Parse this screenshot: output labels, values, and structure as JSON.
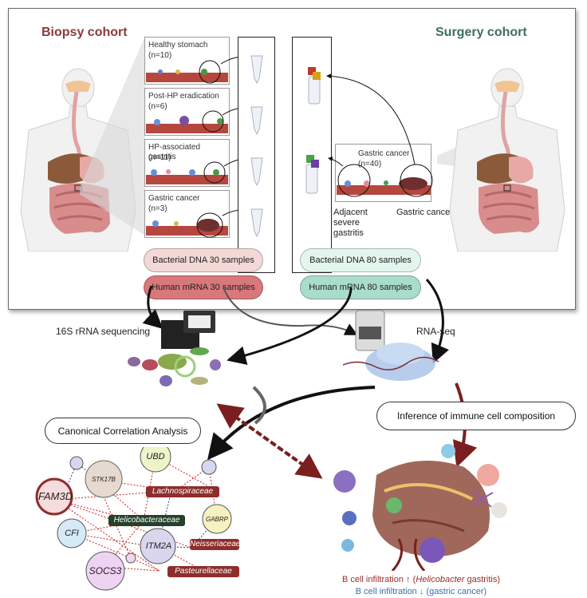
{
  "biopsy": {
    "title": "Biopsy cohort",
    "groups": [
      {
        "name": "Healthy stomach",
        "n": "(n=10)"
      },
      {
        "name": "Post-HP eradication",
        "n": "(n=6)"
      },
      {
        "name": "HP-associated gastritis",
        "n": "(n=11)"
      },
      {
        "name": "Gastric cancer",
        "n": "(n=3)"
      }
    ],
    "dna_label": "Bacterial DNA 30 samples",
    "mrna_label": "Human mRNA 30 samples"
  },
  "surgery": {
    "title": "Surgery cohort",
    "group": {
      "name": "Gastric cancer",
      "n": "(n=40)"
    },
    "adjacent_label_1": "Adjacent",
    "adjacent_label_2": "severe",
    "adjacent_label_3": "gastritis",
    "tumor_label": "Gastric cancer",
    "dna_label": "Bacterial DNA 80 samples",
    "mrna_label": "Human mRNA 80 samples"
  },
  "methods": {
    "sequencing_16s": "16S rRNA sequencing",
    "rnaseq": "RNA-seq",
    "cca": "Canonical Correlation Analysis",
    "immune": "Inference of immune cell composition"
  },
  "network": {
    "genes": {
      "fam3d": "FAM3D",
      "stk17b": "STK17B",
      "ubd": "UBD",
      "cfi": "CFI",
      "itm2a": "ITM2A",
      "gabrp": "GABRP",
      "socs3": "SOCS3"
    },
    "taxa": {
      "lachnospiraceae": "Lachnospiraceae",
      "helicobacteraceae": "Helicobacteraceae",
      "neisseriaceae": "Neisseriaceae",
      "pasteurellaceae": "Pasteurellaceae"
    }
  },
  "results": {
    "line1_prefix": "B cell infiltration ↑ (",
    "line1_italic": "Helicobacter",
    "line1_suffix": " gastritis)",
    "line2": "B cell infiltration ↓ (gastric cancer)"
  },
  "colors": {
    "biopsy_title": "#8b3a3a",
    "surgery_title": "#3f6e5e",
    "biopsy_dna_pill": "#f3d9d6",
    "biopsy_mrna_pill": "#d9787a",
    "surgery_dna_pill": "#e3f6ee",
    "surgery_mrna_pill": "#a9dccb",
    "result_up": "#9c2b2b",
    "result_down": "#3a6fae",
    "taxa_red": "#8e2d2d",
    "taxa_green": "#24412b"
  }
}
